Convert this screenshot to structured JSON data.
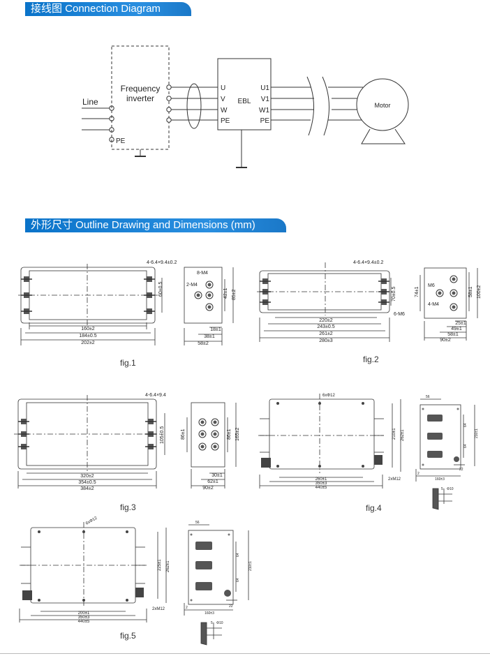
{
  "sections": {
    "connection": "接线图  Connection Diagram",
    "outline": "外形尺寸 Outline Drawing and Dimensions (mm)"
  },
  "connection_diagram": {
    "line": "Line",
    "inverter_1": "Frequency",
    "inverter_2": "inverter",
    "pe_left": "PE",
    "ebl": "EBL",
    "motor": "Motor",
    "in_terms": [
      "U",
      "V",
      "W",
      "PE"
    ],
    "out_terms": [
      "U1",
      "V1",
      "W1",
      "PE"
    ]
  },
  "figures": {
    "fig1": {
      "caption": "fig.1",
      "hole": "4-6.4×9.4±0.2",
      "h1": "60±0.5",
      "widths": [
        "160±2",
        "184±0.5",
        "202±2"
      ],
      "side_labels": [
        "8-M4",
        "2-M4"
      ],
      "side_h": [
        "42±1",
        "85±2"
      ],
      "side_w": [
        "18±1",
        "38±1",
        "58±2"
      ]
    },
    "fig2": {
      "caption": "fig.2",
      "hole": "4-6.4×9.4±0.2",
      "h1": "70±0.5",
      "m6": "6-M6",
      "widths": [
        "220±2",
        "243±0.5",
        "261±2",
        "280±3"
      ],
      "side_labels": [
        "M6",
        "4-M4"
      ],
      "side_h": [
        "74±1",
        "58±1",
        "100±2"
      ],
      "side_w": [
        "25±1",
        "49±1",
        "58±1",
        "90±2"
      ]
    },
    "fig3": {
      "caption": "fig.3",
      "hole": "4-6.4×9.4",
      "h1": "105±0.5",
      "widths": [
        "320±2",
        "354±0.5",
        "384±2"
      ],
      "side_h": [
        "86±1",
        "86±1",
        "165±2"
      ],
      "side_w": [
        "30±1",
        "62±1",
        "90±2"
      ]
    },
    "fig4": {
      "caption": "fig.4",
      "hole": "6xΦ12",
      "m12": "2xM12",
      "h": [
        "210±1",
        "262±1"
      ],
      "widths": [
        "260±1",
        "350±3",
        "440±5"
      ],
      "side_top": "56",
      "side_h": [
        "64",
        "64",
        "210±1"
      ],
      "side_w": [
        "160±3"
      ],
      "side_small": [
        "2",
        "22"
      ],
      "detail": [
        "5",
        "Φ10"
      ]
    },
    "fig5": {
      "caption": "fig.5",
      "hole": "6xΦ12",
      "m12": "2xM12",
      "h": [
        "225±1",
        "262±1"
      ],
      "widths": [
        "200±1",
        "350±3",
        "440±5"
      ],
      "side_top": "56",
      "side_h": [
        "64",
        "64",
        "210±1"
      ],
      "side_w": [
        "160±3"
      ],
      "side_small": [
        "2",
        "22"
      ],
      "detail": [
        "5",
        "Φ10"
      ]
    }
  }
}
